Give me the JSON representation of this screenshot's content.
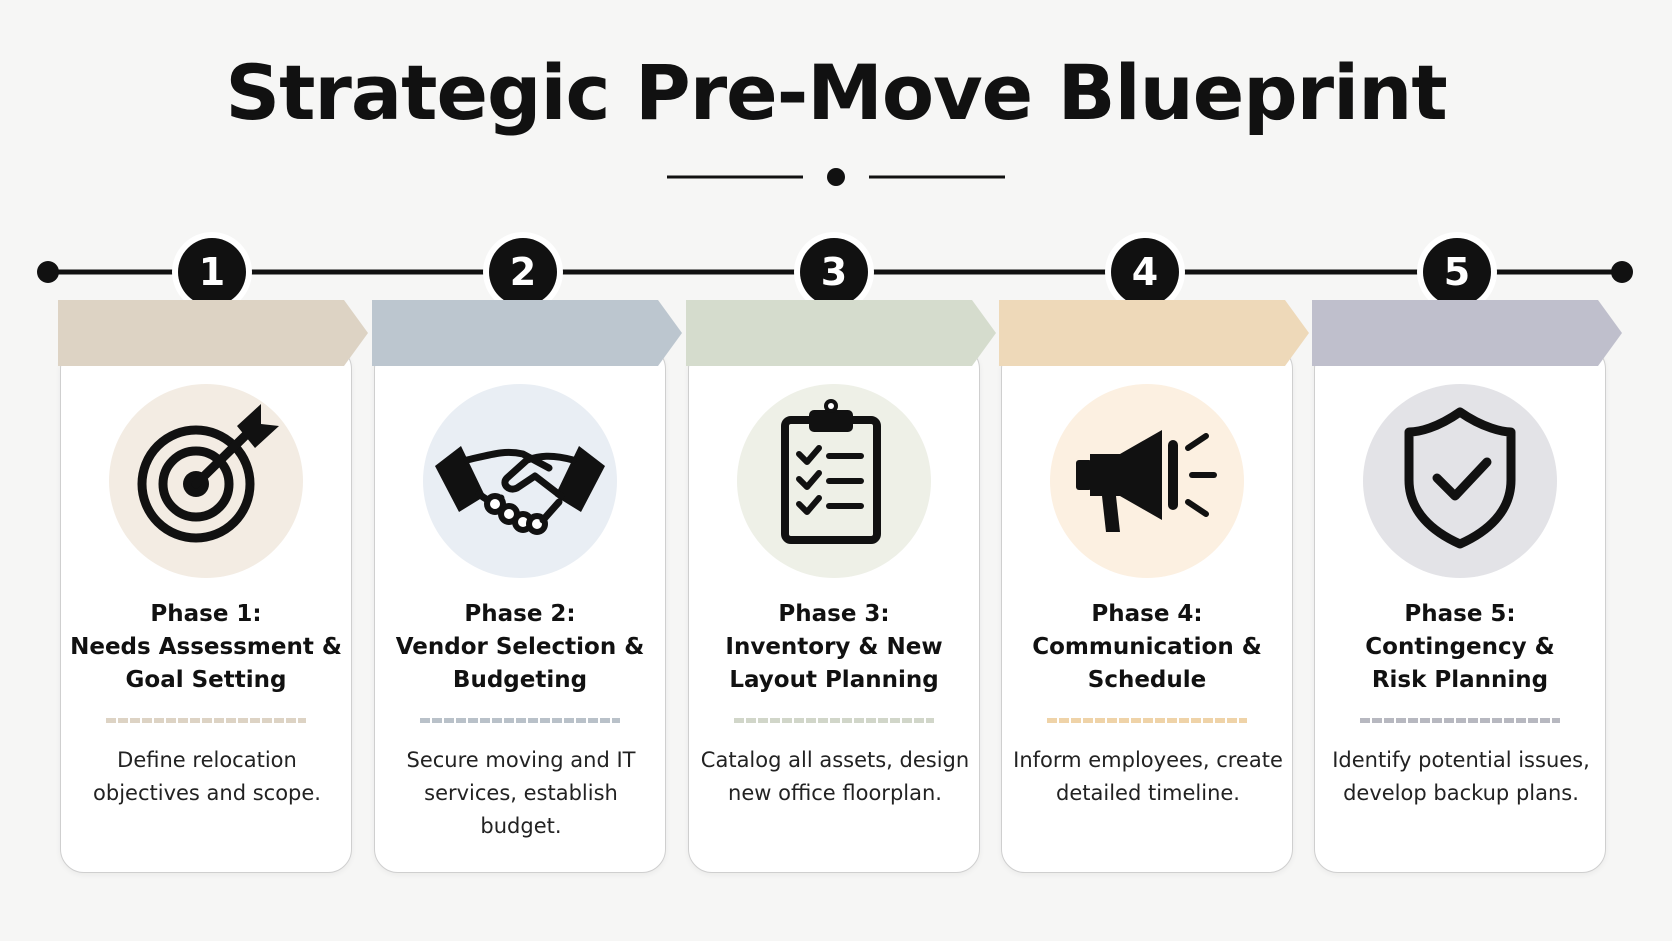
{
  "title": "Strategic Pre-Move Blueprint",
  "phases": [
    {
      "number": "1",
      "title_lines": [
        "Phase 1:",
        "Needs Assessment &",
        "Goal Setting"
      ],
      "desc_lines": [
        "Define relocation",
        "objectives and scope."
      ],
      "icon": "target-icon",
      "banner_color": "#ddd3c4",
      "circle_color": "#f3ece3",
      "divider_color": "#ddd3c4"
    },
    {
      "number": "2",
      "title_lines": [
        "Phase 2:",
        "Vendor Selection &",
        "Budgeting"
      ],
      "desc_lines": [
        "Secure moving and IT",
        "services, establish budget."
      ],
      "icon": "handshake-icon",
      "banner_color": "#bcc6cf",
      "circle_color": "#e9eef4",
      "divider_color": "#b9c1c9"
    },
    {
      "number": "3",
      "title_lines": [
        "Phase 3:",
        "Inventory & New",
        "Layout Planning"
      ],
      "desc_lines": [
        "Catalog all assets, design",
        "new office floorplan."
      ],
      "icon": "clipboard-checklist-icon",
      "banner_color": "#d5dccd",
      "circle_color": "#eef0e7",
      "divider_color": "#d1d6c9"
    },
    {
      "number": "4",
      "title_lines": [
        "Phase 4:",
        "Communication &",
        "Schedule"
      ],
      "desc_lines": [
        "Inform employees, create",
        "detailed timeline."
      ],
      "icon": "megaphone-icon",
      "banner_color": "#eed9b9",
      "circle_color": "#fcf0e1",
      "divider_color": "#efd3a8"
    },
    {
      "number": "5",
      "title_lines": [
        "Phase 5:",
        "Contingency &",
        "Risk Planning"
      ],
      "desc_lines": [
        "Identify potential issues,",
        "develop backup plans."
      ],
      "icon": "shield-check-icon",
      "banner_color": "#bfbfcc",
      "circle_color": "#e3e3e7",
      "divider_color": "#b7b8c0"
    }
  ]
}
